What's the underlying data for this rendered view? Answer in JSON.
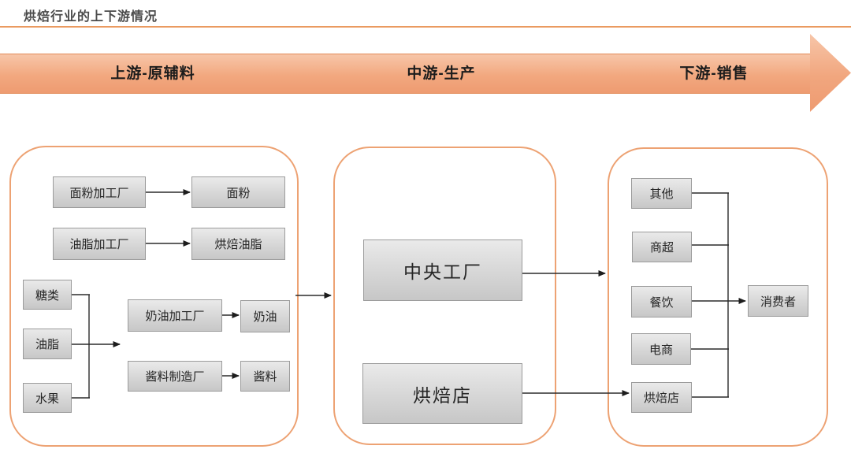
{
  "page": {
    "title": "烘焙行业的上下游情况"
  },
  "banner": {
    "segments": [
      {
        "label": "上游-原辅料"
      },
      {
        "label": "中游-生产"
      },
      {
        "label": "下游-销售"
      }
    ]
  },
  "colors": {
    "accent_orange_border": "#eda273",
    "banner_fill_top": "#f7c6a9",
    "banner_fill_bottom": "#ee9b71",
    "title_rule": "#ea9a60",
    "node_fill": "#d6d6d6",
    "node_border": "#9b9b9b",
    "connector": "#2b2b2b"
  },
  "diagram": {
    "upstream": {
      "nodes": {
        "flour_factory": "面粉加工厂",
        "flour": "面粉",
        "fat_factory": "油脂加工厂",
        "baking_fat": "烘焙油脂",
        "sugar": "糖类",
        "fat": "油脂",
        "fruit": "水果",
        "cream_factory": "奶油加工厂",
        "cream": "奶油",
        "sauce_factory": "酱料制造厂",
        "sauce": "酱料"
      }
    },
    "midstream": {
      "nodes": {
        "central_factory": "中央工厂",
        "bakery": "烘焙店"
      }
    },
    "downstream": {
      "nodes": {
        "other": "其他",
        "supermarket": "商超",
        "catering": "餐饮",
        "ecommerce": "电商",
        "bakery_store": "烘焙店",
        "consumer": "消费者"
      }
    }
  }
}
